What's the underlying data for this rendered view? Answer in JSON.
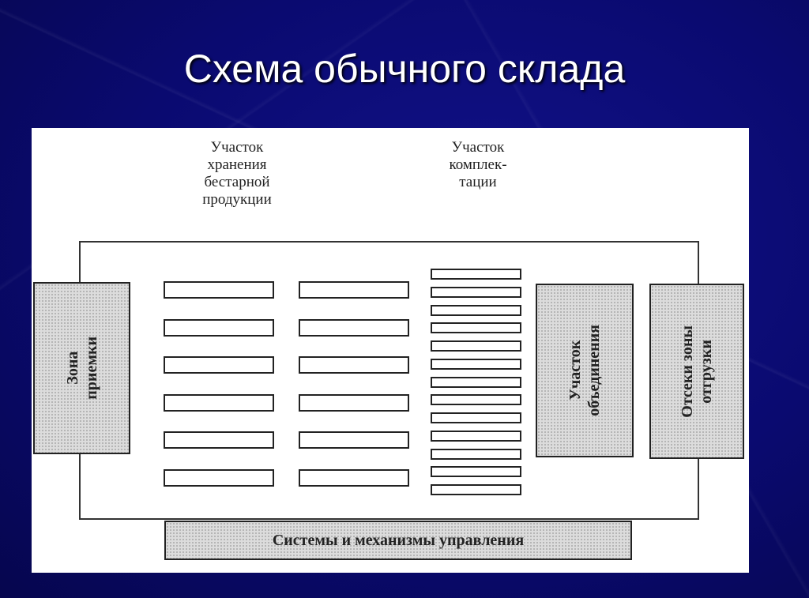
{
  "slide": {
    "title": "Схема обычного склада"
  },
  "diagram": {
    "labels": {
      "storage_area": "Участок\nхранения\nбестарной\nпродукции",
      "picking_area": "Участок\nкомплек-\nтации",
      "receiving_zone": "Зона\nприемки",
      "consolidation_area": "Участок\nобъединения",
      "shipping_bays": "Отсеки зоны\nотгрузки",
      "control_systems": "Системы и механизмы управления"
    },
    "storage_rack_rows": 6,
    "storage_rack_columns": 2,
    "picking_rack_count": 13
  }
}
